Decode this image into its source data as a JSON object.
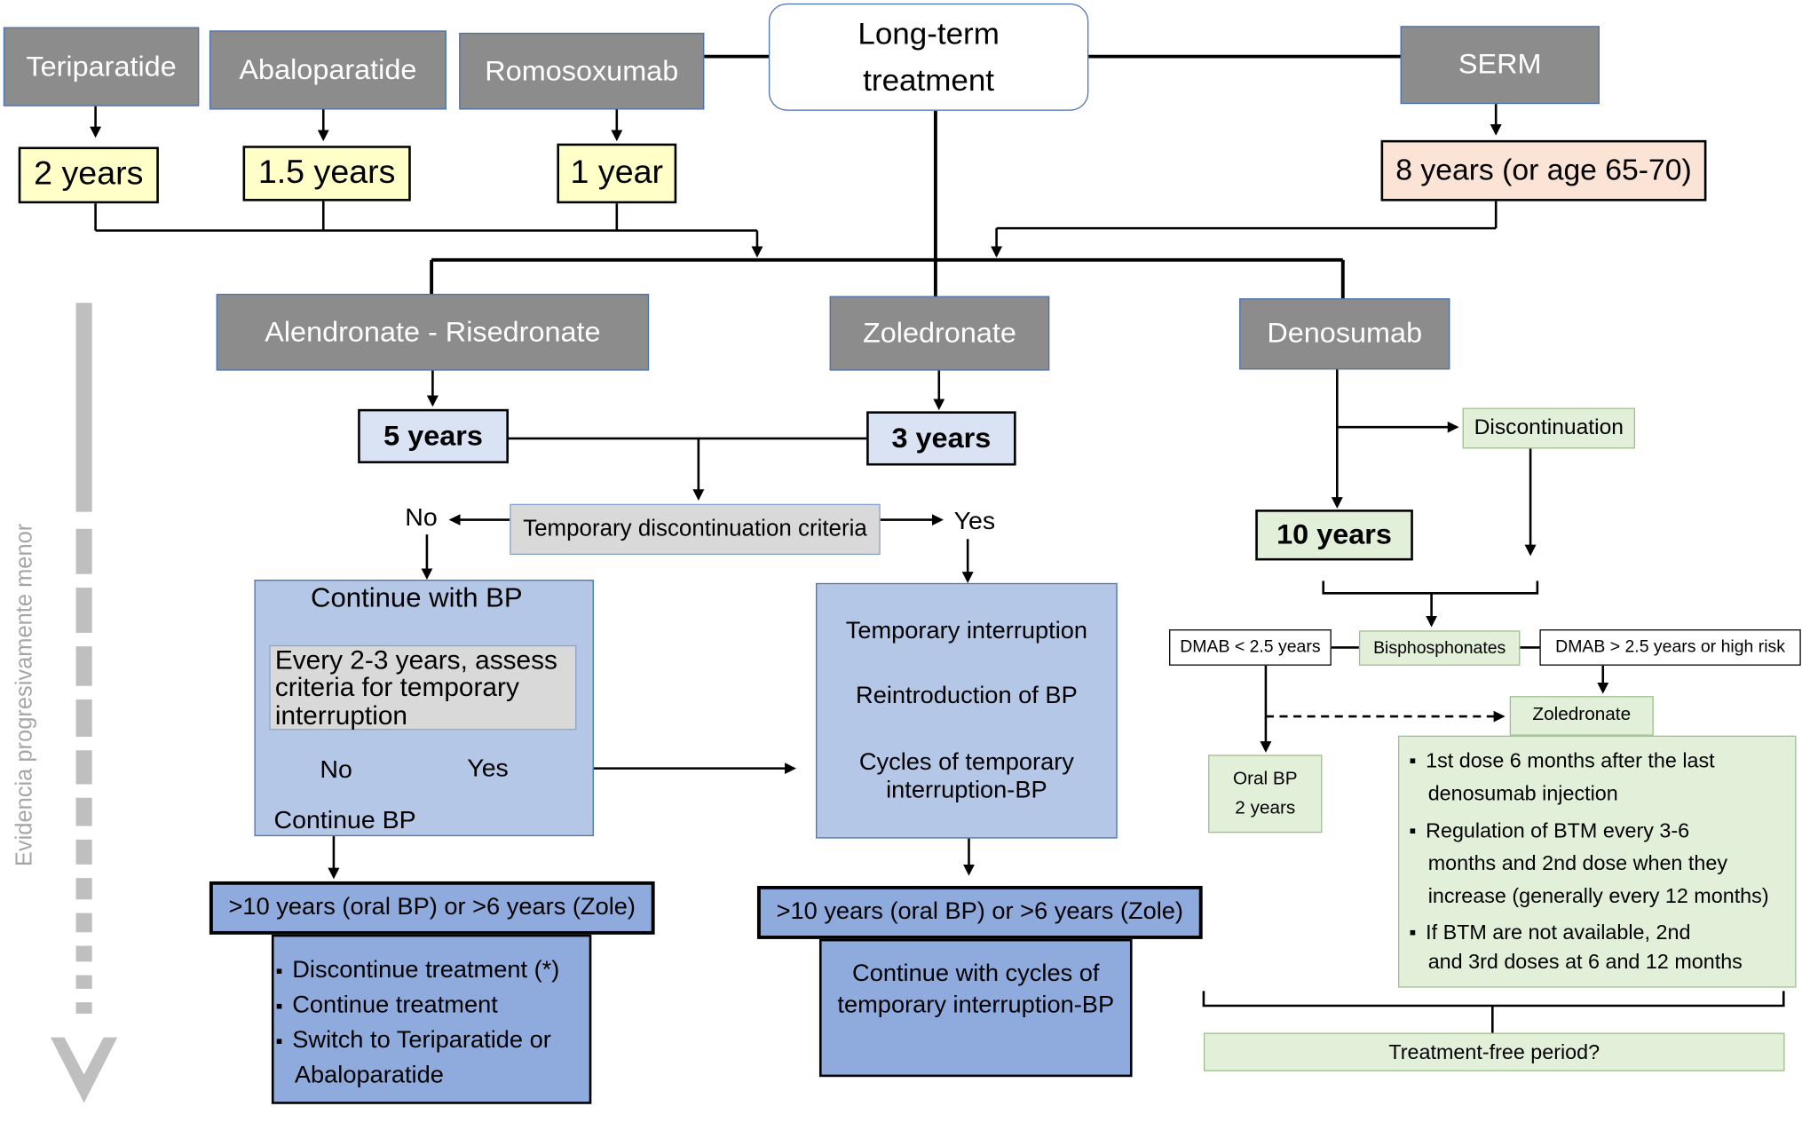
{
  "center": {
    "label_line1": "Long-term",
    "label_line2": "treatment"
  },
  "top_drugs": {
    "teriparatide": "Teriparatide",
    "abaloparatide": "Abaloparatide",
    "romosozumab": "Romosoxumab",
    "serm": "SERM"
  },
  "top_durations": {
    "teriparatide": "2 years",
    "abaloparatide": "1.5 years",
    "romosozumab": "1 year",
    "serm": "8 years (or age 65-70)"
  },
  "mid_drugs": {
    "alendronate": "Alendronate - Risedronate",
    "zoledronate": "Zoledronate",
    "denosumab": "Denosumab"
  },
  "mid_durations": {
    "alendronate": "5 years",
    "zoledronate": "3 years",
    "denosumab": "10 years"
  },
  "criteria": {
    "label": "Temporary discontinuation criteria",
    "no": "No",
    "yes": "Yes"
  },
  "left_panel": {
    "title": "Continue with BP",
    "assess_line1": "Every 2-3 years, assess",
    "assess_line2": "criteria for temporary",
    "assess_line3": "interruption",
    "no": "No",
    "yes": "Yes",
    "continue": "Continue BP"
  },
  "right_panel": {
    "step1": "Temporary interruption",
    "step2": "Reintroduction of BP",
    "step3_line1": "Cycles of temporary",
    "step3_line2": "interruption-BP"
  },
  "left_band": ">10 years (oral BP) or >6 years (Zole)",
  "right_band": ">10 years (oral BP) or >6 years (Zole)",
  "left_outcomes": {
    "item1": "Discontinue treatment (*)",
    "item2": "Continue treatment",
    "item3_line1": "Switch to Teriparatide or",
    "item3_line2": "Abaloparatide"
  },
  "right_outcome": {
    "line1": "Continue with cycles of",
    "line2": "temporary interruption-BP"
  },
  "denosumab_branch": {
    "discontinuation": "Discontinuation",
    "bisphosphonates": "Bisphosphonates",
    "dmab_lt": "DMAB < 2.5 years",
    "dmab_gt": "DMAB > 2.5 years or high risk",
    "zoledronate": "Zoledronate",
    "oral_bp_line1": "Oral BP",
    "oral_bp_line2": "2 years",
    "bullet1_line1": "1st dose 6 months after the last",
    "bullet1_line2": "denosumab injection",
    "bullet2_line1": "Regulation of BTM every 3-6",
    "bullet2_line2": "months and 2nd dose when they",
    "bullet2_line3": "increase (generally every 12 months)",
    "bullet3_line1": "If BTM are not available, 2nd",
    "bullet3_line2": "and 3rd doses at 6 and 12 months",
    "treatment_free": "Treatment-free period?"
  },
  "side_label": "Evidencia progresivamente menor",
  "colors": {
    "drug_box": "#8c8c8c",
    "duration_yellow": "#ffffc8",
    "duration_orange": "#fbe3d6",
    "duration_blue": "#dae3f3",
    "duration_green": "#e2f0d9",
    "panel_blue": "#b4c7e7",
    "dark_blue": "#8faadc",
    "criteria_grey": "#d9d9d9",
    "side_arrow": "#bfbfbf"
  }
}
